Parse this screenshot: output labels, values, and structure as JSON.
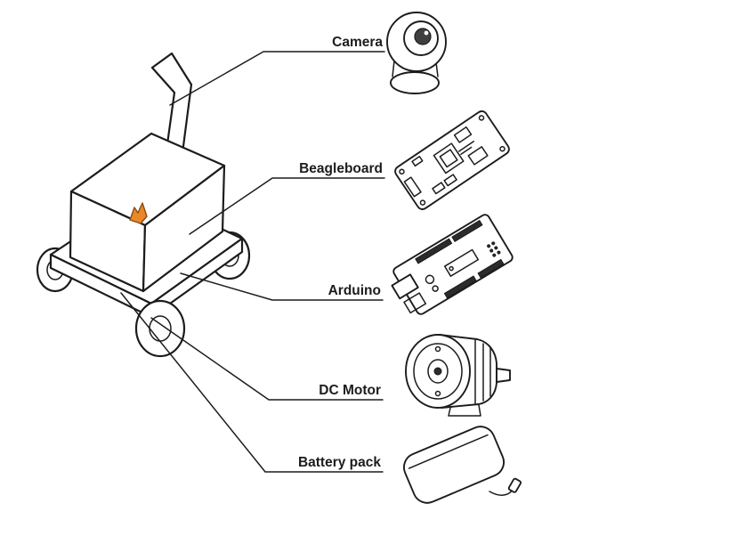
{
  "figure": {
    "labels": [
      {
        "id": "camera",
        "text": "Camera",
        "illustration": "webcam-illustration"
      },
      {
        "id": "beagleboard",
        "text": "Beagleboard",
        "illustration": "beagleboard-pcb-illustration"
      },
      {
        "id": "arduino",
        "text": "Arduino",
        "illustration": "arduino-pcb-illustration"
      },
      {
        "id": "dc-motor",
        "text": "DC Motor",
        "illustration": "electric-motor-illustration"
      },
      {
        "id": "battery-pack",
        "text": "Battery pack",
        "illustration": "battery-pouch-illustration"
      }
    ],
    "colors": {
      "line": "#1c1c1c",
      "accent": "#e8882a",
      "background": "#ffffff"
    }
  }
}
